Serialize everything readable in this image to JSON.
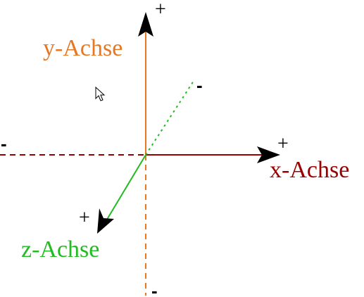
{
  "diagram": {
    "x_axis": {
      "label": "x-Achse",
      "positive_sign": "+",
      "negative_sign": "-",
      "color": "#990000"
    },
    "y_axis": {
      "label": "y-Achse",
      "positive_sign": "+",
      "negative_sign": "-",
      "color": "#e87722"
    },
    "z_axis": {
      "label": "z-Achse",
      "positive_sign": "+",
      "negative_sign": "-",
      "color": "#22bb22"
    },
    "cursor": "mouse-pointer-icon"
  }
}
